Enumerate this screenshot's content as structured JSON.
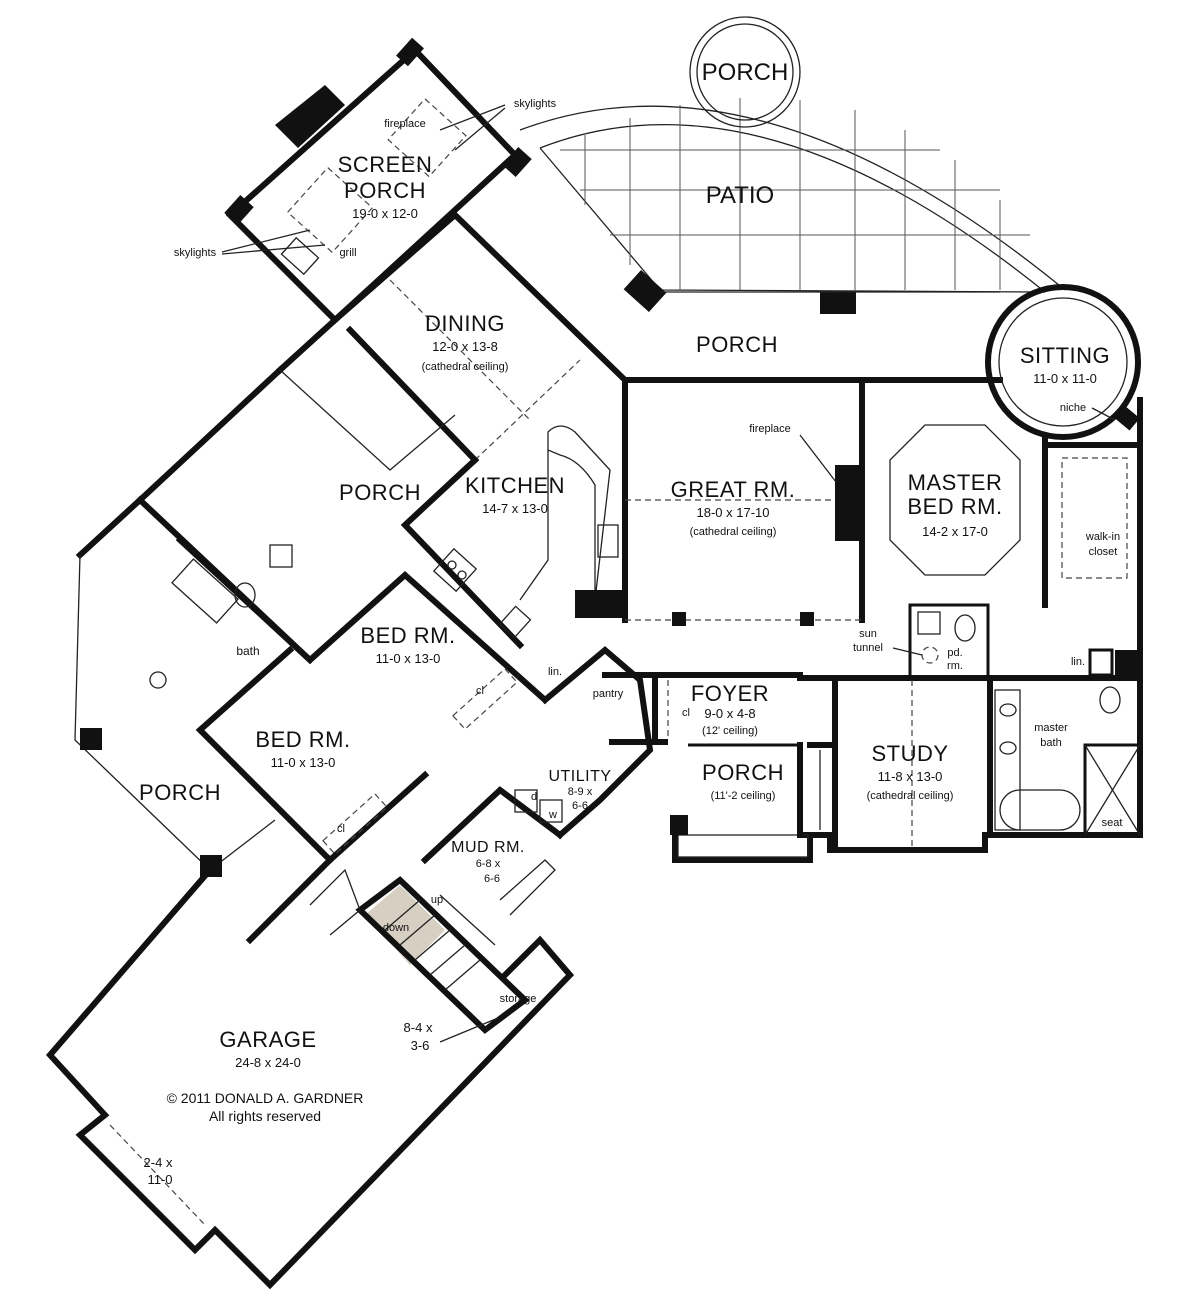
{
  "rooms": {
    "screen_porch": {
      "line1": "SCREEN",
      "line2": "PORCH",
      "dims": "19-0 x 12-0"
    },
    "patio": {
      "name": "PATIO"
    },
    "porch_top_circle": {
      "name": "PORCH"
    },
    "porch_rear": {
      "name": "PORCH"
    },
    "sitting": {
      "name": "SITTING",
      "dims": "11-0 x 11-0"
    },
    "dining": {
      "name": "DINING",
      "dims": "12-0 x 13-8",
      "note": "(cathedral ceiling)"
    },
    "kitchen": {
      "name": "KITCHEN",
      "dims": "14-7 x 13-0"
    },
    "great_rm": {
      "name": "GREAT RM.",
      "dims": "18-0 x 17-10",
      "note": "(cathedral ceiling)"
    },
    "master_bed": {
      "line1": "MASTER",
      "line2": "BED RM.",
      "dims": "14-2 x 17-0"
    },
    "porch_left": {
      "name": "PORCH"
    },
    "bed_rm_1": {
      "name": "BED RM.",
      "dims": "11-0 x 13-0"
    },
    "bed_rm_2": {
      "name": "BED RM.",
      "dims": "11-0 x 13-0"
    },
    "porch_far_left": {
      "name": "PORCH"
    },
    "foyer": {
      "name": "FOYER",
      "dims": "9-0 x 4-8",
      "note": "(12' ceiling)"
    },
    "porch_front": {
      "name": "PORCH",
      "note": "(11'-2 ceiling)"
    },
    "study": {
      "name": "STUDY",
      "dims": "11-8 x 13-0",
      "note": "(cathedral ceiling)"
    },
    "utility": {
      "name": "UTILITY",
      "dims1": "8-9 x",
      "dims2": "6-6"
    },
    "mud_rm": {
      "name": "MUD RM.",
      "dims1": "6-8 x",
      "dims2": "6-6"
    },
    "garage": {
      "name": "GARAGE",
      "dims": "24-8 x 24-0"
    }
  },
  "labels": {
    "fireplace_screen": "fireplace",
    "skylights_top": "skylights",
    "skylights_left": "skylights",
    "grill": "grill",
    "fireplace_great": "fireplace",
    "niche": "niche",
    "walk_in_1": "walk-in",
    "walk_in_2": "closet",
    "bath": "bath",
    "lin_kitchen": "lin.",
    "lin_master": "lin.",
    "cl_bed1": "cl",
    "cl_bed2": "cl",
    "cl_foyer": "cl",
    "pantry": "pantry",
    "sun_tunnel_1": "sun",
    "sun_tunnel_2": "tunnel",
    "pd_rm_1": "pd.",
    "pd_rm_2": "rm.",
    "master_bath_1": "master",
    "master_bath_2": "bath",
    "seat": "seat",
    "dryer": "d",
    "washer": "w",
    "up": "up",
    "down": "down",
    "storage": "storage",
    "storage_dims1": "8-4 x",
    "storage_dims2": "3-6",
    "garage_ext_dims1": "2-4 x",
    "garage_ext_dims2": "11-0"
  },
  "copyright": {
    "line1": "© 2011 DONALD A. GARDNER",
    "line2": "All rights reserved"
  },
  "colors": {
    "wall": "#111111",
    "stair_highlight": "#d6cfc2",
    "background": "#ffffff"
  }
}
